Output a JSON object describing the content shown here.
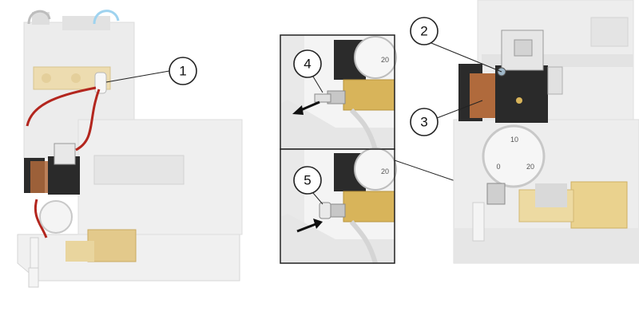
{
  "callouts": [
    {
      "label": "1"
    },
    {
      "label": "2"
    },
    {
      "label": "3"
    },
    {
      "label": "4"
    },
    {
      "label": "5"
    }
  ],
  "gauge_scale": {
    "min": "0",
    "mid": "10",
    "max": "20"
  },
  "colors": {
    "ghost": "#e6e6e6",
    "ghost_dark": "#cfcfcf",
    "valve_dark": "#2b2b2b",
    "copper": "#b06a3c",
    "brass": "#d8b45a",
    "tube_red": "#b3261e",
    "outline": "#222222"
  }
}
